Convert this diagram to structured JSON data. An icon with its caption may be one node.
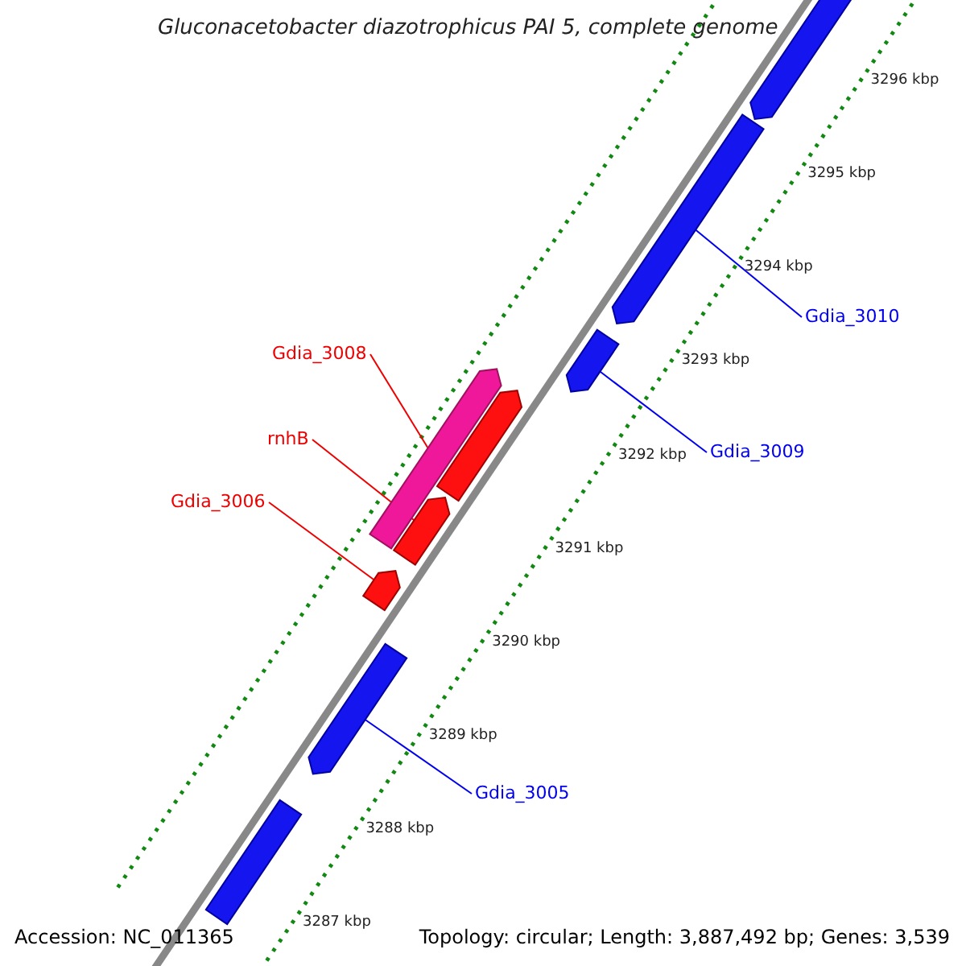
{
  "diagram": {
    "title": "Gluconacetobacter diazotrophicus PAI 5, complete genome",
    "nodes": [
      {
        "text": [
          "Gdia_3008"
        ]
      },
      {
        "text": [
          "rnhB"
        ]
      },
      {
        "text": [
          "Gdia_3006"
        ]
      },
      {
        "text": [
          "Gdia_3010"
        ]
      },
      {
        "text": [
          "Gdia_3009"
        ]
      },
      {
        "text": [
          "Gdia_3005"
        ]
      },
      {
        "text": [],
        "shape": "bar"
      },
      {
        "text": [],
        "shape": "bar"
      },
      {
        "text": [],
        "shape": "bar"
      },
      {
        "text": [],
        "shape": "bar"
      },
      {
        "text": [],
        "shape": "bar"
      },
      {
        "text": [],
        "shape": "bar"
      },
      {
        "text": [],
        "shape": "bar"
      },
      {
        "text": [],
        "shape": "bar"
      },
      {
        "text": [],
        "shape": "bar"
      }
    ],
    "edges": [
      {
        "from": 0,
        "to": 9,
        "arrow": "none"
      },
      {
        "from": 1,
        "to": 11,
        "arrow": "none"
      },
      {
        "from": 2,
        "to": 12,
        "arrow": "none"
      },
      {
        "from": 3,
        "to": 7,
        "arrow": "none",
        "color": "#0000ee"
      },
      {
        "from": 4,
        "to": 8,
        "arrow": "none",
        "color": "#0000ee"
      },
      {
        "from": 5,
        "to": 13,
        "arrow": "none",
        "color": "#0000ee"
      }
    ],
    "labels": [
      "3296 kbp",
      "3295 kbp",
      "3294 kbp",
      "3293 kbp",
      "3292 kbp",
      "3291 kbp",
      "3290 kbp",
      "3289 kbp",
      "3288 kbp",
      "3287 kbp",
      "Accession: NC_011365",
      "Topology: circular; Length: 3,887,492 bp; Genes: 3,539"
    ]
  }
}
